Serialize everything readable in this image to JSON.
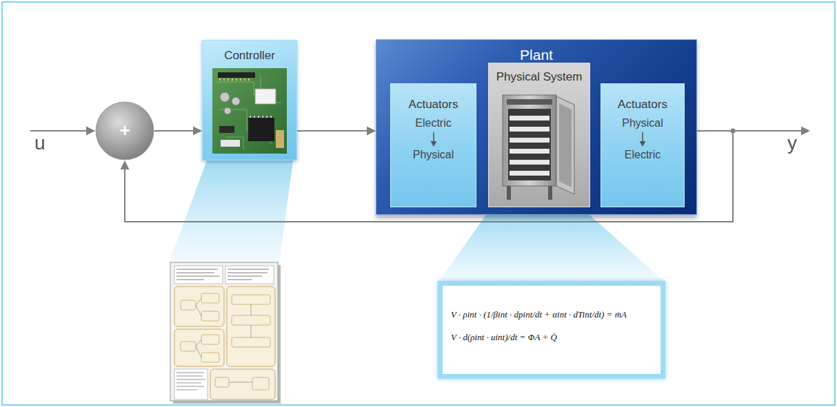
{
  "diagram": {
    "nodes": [
      {
        "text": [
          "+"
        ]
      },
      {
        "text": [
          "Controller"
        ]
      },
      {
        "text": [
          "Plant"
        ]
      },
      {
        "text": [
          "Actuators",
          "Electric",
          "Physical"
        ],
        "in": 2
      },
      {
        "text": [
          "Physical System"
        ],
        "in": 2
      },
      {
        "text": [
          "Actuators",
          "Physical",
          "Electric"
        ],
        "in": 2
      },
      {
        "text": [
          "V · ρint · (1/βint · dpint/dt + αint · dTint/dt) = ṁA",
          "V · d(ρint · uint)/dt = ΦA + Q̇"
        ]
      }
    ],
    "edges": [
      {
        "from": 0,
        "to": 1,
        "arrow": "to"
      },
      {
        "from": 1,
        "to": 2,
        "arrow": "to"
      },
      {
        "from": 2,
        "to": 0,
        "arrow": "to"
      }
    ],
    "labels": [
      "u",
      "y"
    ]
  }
}
